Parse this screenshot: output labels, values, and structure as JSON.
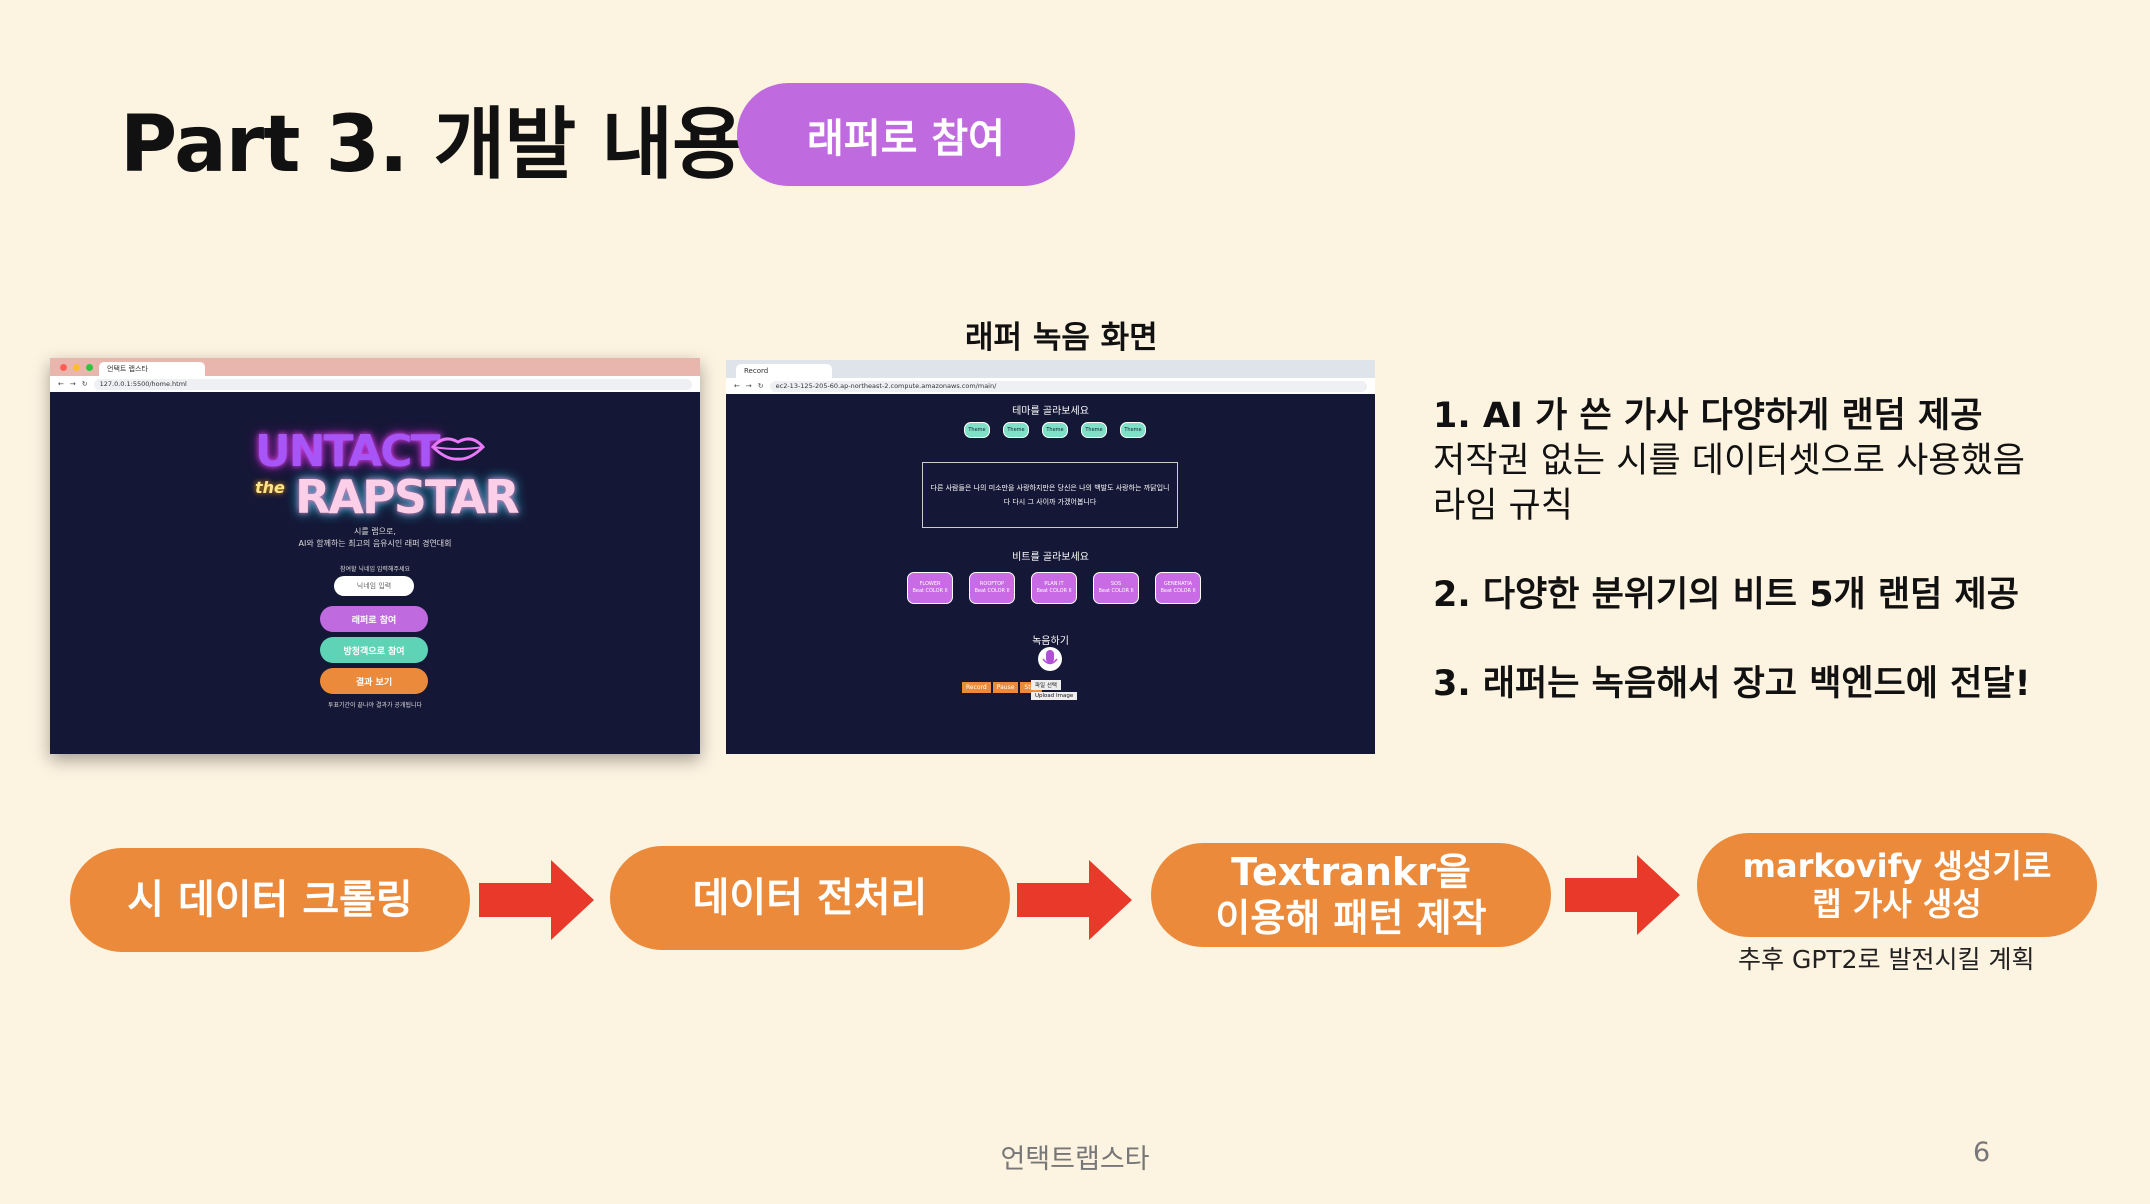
{
  "slide": {
    "title": "Part 3. 개발 내용",
    "badge": "래퍼로 참여",
    "screenshot_caption": "래퍼 녹음 화면",
    "footer": "언택트랩스타",
    "page_number": "6",
    "colors": {
      "background": "#fdf3e1",
      "badge": "#c06ae0",
      "flow": "#ec8a3b",
      "arrow": "#e8392b"
    }
  },
  "left_browser": {
    "tab": "언택트 랩스타",
    "url": "127.0.0.1:5500/home.html",
    "logo_line1": "UNTACT",
    "logo_line2_prefix": "the",
    "logo_line2": "RAPSTAR",
    "tagline1": "시를 랩으로,",
    "tagline2": "AI와 함께하는 최고의 음유시인 래퍼 경연대회",
    "input_label": "참여할 닉네임 입력해주세요",
    "input_placeholder": "닉네임 입력",
    "buttons": [
      "래퍼로 참여",
      "방청객으로 참여",
      "결과 보기"
    ],
    "footer_note": "투표기간이 끝나야 결과가 공개됩니다"
  },
  "right_browser": {
    "tab": "Record",
    "url": "ec2-13-125-205-60.ap-northeast-2.compute.amazonaws.com/main/",
    "theme_heading": "테마를 골라보세요",
    "theme_chips": [
      "Theme",
      "Theme",
      "Theme",
      "Theme",
      "Theme"
    ],
    "lyrics": "다른 사람들은 나의 미소만을 사랑하지만은 당신은 나의 백발도 사랑하는 까닭입니다 다시 그 사이까 가겠어봅니다",
    "beat_heading": "비트를 골라보세요",
    "beat_chips": [
      {
        "name": "FLOWER",
        "sub": "Beat COLOR II"
      },
      {
        "name": "ROOFTOP",
        "sub": "Beat COLOR II"
      },
      {
        "name": "PLAN IT",
        "sub": "Beat COLOR II"
      },
      {
        "name": "SOS",
        "sub": "Beat COLOR II"
      },
      {
        "name": "GENERATIA",
        "sub": "Beat COLOR II"
      }
    ],
    "record_label": "녹음하기",
    "controls": [
      "Record",
      "Pause",
      "Stop"
    ],
    "file_label": "파일 선택",
    "upload_label": "Upload Image"
  },
  "features": [
    {
      "heading": "1. AI 가 쓴 가사 다양하게 랜덤 제공",
      "lines": [
        "저작권 없는 시를 데이터셋으로 사용했음",
        "라임 규칙"
      ]
    },
    {
      "heading": "2. 다양한 분위기의 비트 5개 랜덤 제공",
      "lines": []
    },
    {
      "heading": "3. 래퍼는 녹음해서 장고 백엔드에 전달!",
      "lines": []
    }
  ],
  "flow": {
    "steps": [
      {
        "line1": "시 데이터 크롤링",
        "line2": ""
      },
      {
        "line1": "데이터 전처리",
        "line2": ""
      },
      {
        "line1": "Textrankr을",
        "line2": "이용해  패턴 제작"
      },
      {
        "line1": "markovify 생성기로",
        "line2": "랩 가사 생성"
      }
    ],
    "note": "추후 GPT2로 발전시킬 계획"
  }
}
